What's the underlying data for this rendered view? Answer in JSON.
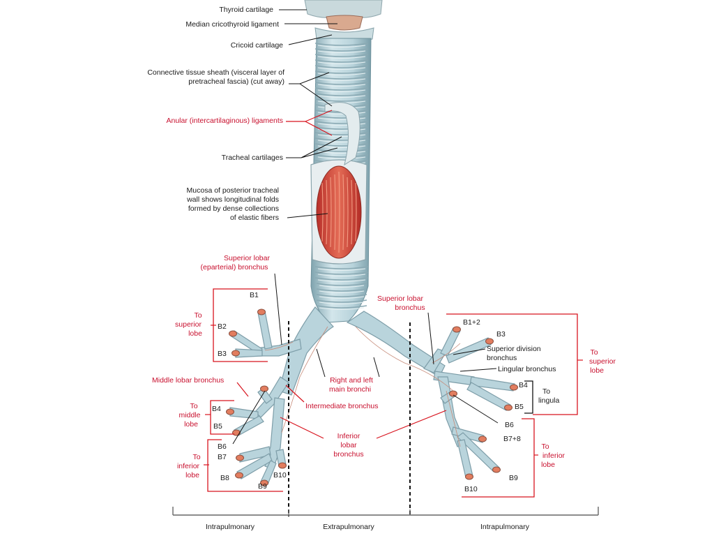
{
  "labels": {
    "thyroid_cartilage": "Thyroid cartilage",
    "median_cricothyroid": "Median cricothyroid ligament",
    "cricoid_cartilage": "Cricoid cartilage",
    "connective_sheath_1": "Connective tissue sheath (visceral layer of",
    "connective_sheath_2": "pretracheal fascia) (cut away)",
    "anular_ligaments": "Anular (intercartilaginous) ligaments",
    "tracheal_cartilages": "Tracheal cartilages",
    "mucosa_1": "Mucosa of posterior tracheal",
    "mucosa_2": "wall shows longitudinal folds",
    "mucosa_3": "formed by dense collections",
    "mucosa_4": "of elastic fibers",
    "superior_lobar_right_1": "Superior lobar",
    "superior_lobar_right_2": "(eparterial) bronchus",
    "superior_lobar_left_1": "Superior lobar",
    "superior_lobar_left_2": "bronchus",
    "to_superior_lobe_right_1": "To",
    "to_superior_lobe_right_2": "superior",
    "to_superior_lobe_right_3": "lobe",
    "middle_lobar_bronchus": "Middle lobar bronchus",
    "to_middle_lobe_1": "To",
    "to_middle_lobe_2": "middle",
    "to_middle_lobe_3": "lobe",
    "to_inferior_lobe_right_1": "To",
    "to_inferior_lobe_right_2": "inferior",
    "to_inferior_lobe_right_3": "lobe",
    "right_left_main_1": "Right and left",
    "right_left_main_2": "main bronchi",
    "intermediate_bronchus": "Intermediate bronchus",
    "inferior_lobar_1": "Inferior",
    "inferior_lobar_2": "lobar",
    "inferior_lobar_3": "bronchus",
    "superior_division_1": "Superior division",
    "superior_division_2": "bronchus",
    "lingular_bronchus": "Lingular bronchus",
    "to_lingula_1": "To",
    "to_lingula_2": "lingula",
    "to_superior_lobe_left_1": "To",
    "to_superior_lobe_left_2": "superior",
    "to_superior_lobe_left_3": "lobe",
    "to_inferior_lobe_left_1": "To",
    "to_inferior_lobe_left_2": "inferior",
    "to_inferior_lobe_left_3": "lobe"
  },
  "segments_right": {
    "b1": "B1",
    "b2": "B2",
    "b3": "B3",
    "b4": "B4",
    "b5": "B5",
    "b6": "B6",
    "b7": "B7",
    "b8": "B8",
    "b9": "B9",
    "b10": "B10"
  },
  "segments_left": {
    "b1_2": "B1+2",
    "b3": "B3",
    "b4": "B4",
    "b5": "B5",
    "b6": "B6",
    "b7_8": "B7+8",
    "b9": "B9",
    "b10": "B10"
  },
  "regions": {
    "left": "Intrapulmonary",
    "middle": "Extrapulmonary",
    "right": "Intrapulmonary"
  },
  "colors": {
    "label_red": "#c8102e",
    "bracket_red": "#d8141e",
    "airway": "#b9d4dc",
    "mucosa": "#d04a3a"
  }
}
